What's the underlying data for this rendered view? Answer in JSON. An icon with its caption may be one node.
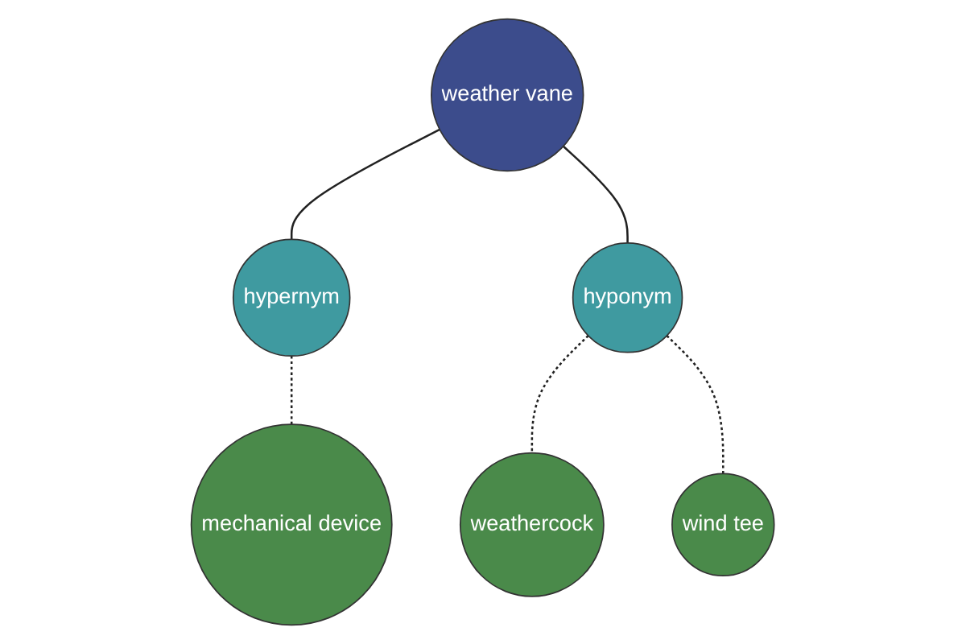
{
  "diagram": {
    "nodes": [
      {
        "text": [
          "weather vane"
        ]
      },
      {
        "text": [
          "hypernym"
        ]
      },
      {
        "text": [
          "hyponym"
        ]
      },
      {
        "text": [
          "mechanical device"
        ]
      },
      {
        "text": [
          "weathercock"
        ]
      },
      {
        "text": [
          "wind tee"
        ]
      }
    ],
    "edges": [
      {
        "from": 0,
        "to": 1,
        "arrow": "none"
      },
      {
        "from": 0,
        "to": 2,
        "arrow": "none"
      },
      {
        "from": 1,
        "to": 3,
        "arrow": "none",
        "style": "dashed"
      },
      {
        "from": 2,
        "to": 4,
        "arrow": "none",
        "style": "dashed"
      },
      {
        "from": 2,
        "to": 5,
        "arrow": "none",
        "style": "dashed"
      }
    ]
  }
}
